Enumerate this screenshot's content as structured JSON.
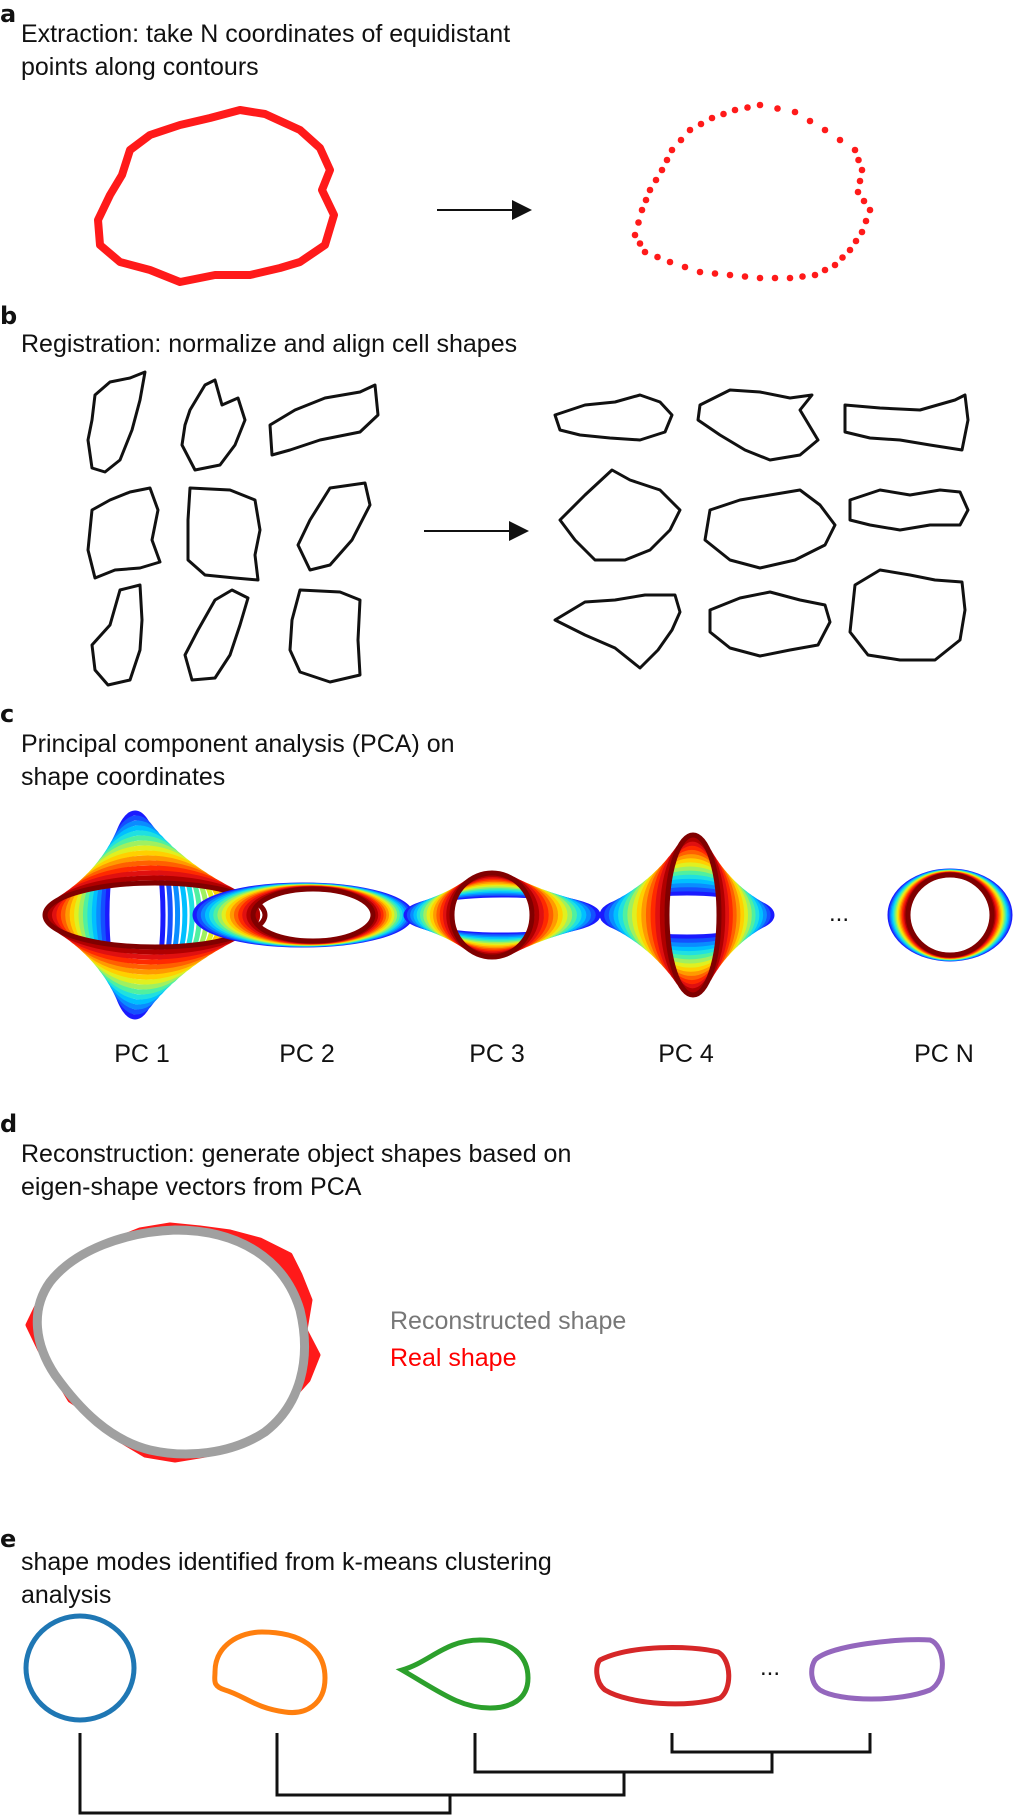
{
  "panels": {
    "a": {
      "letter": "a",
      "caption_lines": [
        "Extraction: take N coordinates of equidistant",
        "points along contours"
      ]
    },
    "b": {
      "letter": "b",
      "caption_lines": [
        "Registration: normalize and align cell shapes"
      ]
    },
    "c": {
      "letter": "c",
      "caption_lines": [
        "Principal component analysis (PCA) on",
        "shape coordinates"
      ],
      "pc_labels": [
        "PC 1",
        "PC 2",
        "PC 3",
        "PC 4",
        "PC N"
      ],
      "ellipsis": "..."
    },
    "d": {
      "letter": "d",
      "caption_lines": [
        "Reconstruction: generate object shapes based on",
        "eigen-shape vectors from PCA"
      ],
      "legend": {
        "reconstructed": "Reconstructed shape",
        "real": "Real shape"
      }
    },
    "e": {
      "letter": "e",
      "caption_lines": [
        "shape modes  identified from k-means clustering",
        "analysis"
      ],
      "ellipsis": "..."
    }
  },
  "colors": {
    "real_shape": "#ff1a1a",
    "reconstructed_shape": "#a0a0a0",
    "reconstructed_text": "#777777",
    "real_text": "#ff0000",
    "outline": "#111111",
    "mode_colors": [
      "#1f77b4",
      "#ff7f0e",
      "#2ca02c",
      "#d62728",
      "#9467bd"
    ]
  }
}
